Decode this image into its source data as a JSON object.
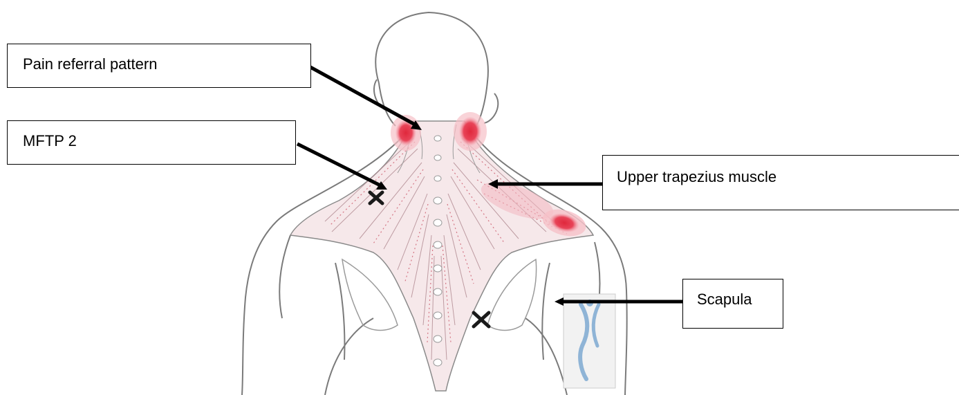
{
  "labels": {
    "pain_referral": "Pain referral pattern",
    "mftp": "MFTP 2",
    "upper_trapezius": "Upper trapezius muscle",
    "scapula": "Scapula"
  },
  "colors": {
    "outline": "#7a7a7a",
    "muscle_hatch": "#c06070",
    "pain_red": "#e0283c",
    "arrow": "#000000",
    "figure_blue": "#8fb4d6"
  },
  "icons": {
    "trigger_point_marker": "x-mark",
    "pointer": "arrow-left"
  }
}
